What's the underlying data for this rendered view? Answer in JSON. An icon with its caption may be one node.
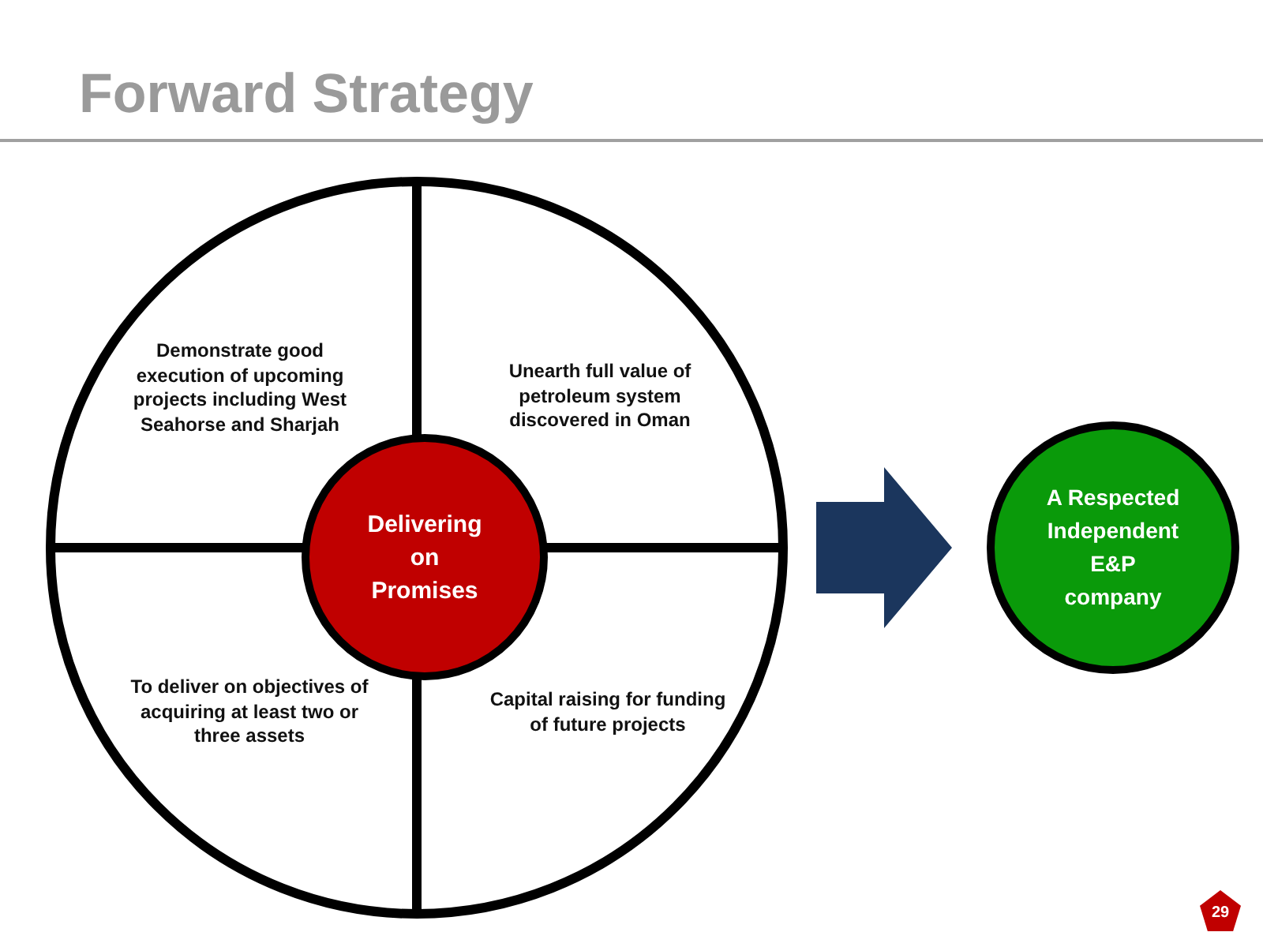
{
  "diagram": {
    "title": "Forward Strategy",
    "nodes": [
      {
        "text": [],
        "shape": "circle"
      },
      {
        "text": [
          "Demonstrate good execution of upcoming projects including West Seahorse and Sharjah"
        ],
        "in": 0
      },
      {
        "text": [
          "Unearth full value of petroleum system discovered in Oman"
        ],
        "in": 0
      },
      {
        "text": [
          "To deliver on objectives of acquiring at least two or three assets"
        ],
        "in": 0
      },
      {
        "text": [
          "Capital raising for funding of future projects"
        ],
        "in": 0
      },
      {
        "text": [
          "Delivering on Promises"
        ],
        "in": 0
      },
      {
        "text": [
          "A Respected Independent E&P company"
        ]
      }
    ],
    "edges": [
      {
        "from": 0,
        "to": 6,
        "arrow": "to",
        "style": "thick",
        "color": "#1b365d"
      }
    ],
    "labels": [
      "29"
    ]
  }
}
